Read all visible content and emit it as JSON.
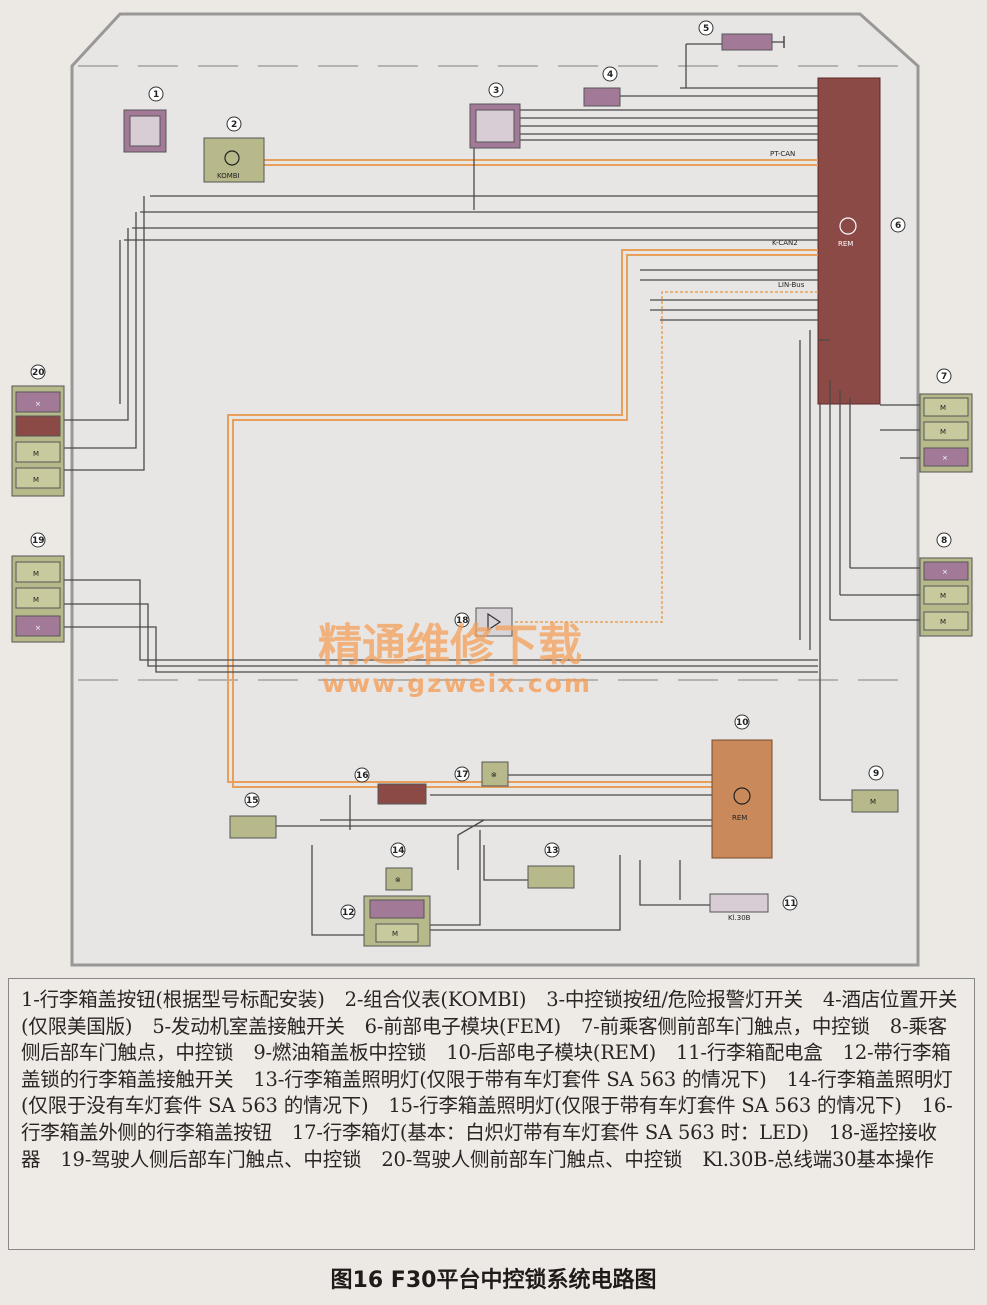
{
  "diagram": {
    "bus_labels": [
      "PT-CAN",
      "K-CAN2",
      "LIN-Bus"
    ],
    "module_labels": {
      "kombi": "KOMBI",
      "rem_front": "REM",
      "rem_rear": "REM",
      "kl30b": "Kl.30B"
    },
    "callouts": [
      "1",
      "2",
      "3",
      "4",
      "5",
      "6",
      "7",
      "8",
      "9",
      "10",
      "11",
      "12",
      "13",
      "14",
      "15",
      "16",
      "17",
      "18",
      "19",
      "20"
    ],
    "colors": {
      "fem": "#8c4a46",
      "rem": "#c9895a",
      "bus": "#e6a05c",
      "olive": "#b7b98a",
      "purple": "#a27a98",
      "wire": "#4a4a4a"
    }
  },
  "watermark": {
    "line1": "精通维修下载",
    "line2": "www.gzweix.com"
  },
  "legend": {
    "items": [
      "1-行李箱盖按钮(根据型号标配安装)",
      "2-组合仪表(KOMBI)",
      "3-中控锁按纽/危险报警灯开关",
      "4-酒店位置开关(仅限美国版)",
      "5-发动机室盖接触开关",
      "6-前部电子模块(FEM)",
      "7-前乘客侧前部车门触点，中控锁",
      "8-乘客侧后部车门触点，中控锁",
      "9-燃油箱盖板中控锁",
      "10-后部电子模块(REM)",
      "11-行李箱配电盒",
      "12-带行李箱盖锁的行李箱盖接触开关",
      "13-行李箱盖照明灯(仅限于带有车灯套件 SA 563 的情况下)",
      "14-行李箱盖照明灯(仅限于没有车灯套件 SA 563 的情况下)",
      "15-行李箱盖照明灯(仅限于带有车灯套件 SA 563 的情况下)",
      "16-行李箱盖外侧的行李箱盖按钮",
      "17-行李箱灯(基本：白炽灯带有车灯套件 SA 563 时：LED)",
      "18-遥控接收器",
      "19-驾驶人侧后部车门触点、中控锁",
      "20-驾驶人侧前部车门触点、中控锁",
      "Kl.30B-总线端30基本操作"
    ]
  },
  "caption": "图16 F30平台中控锁系统电路图"
}
